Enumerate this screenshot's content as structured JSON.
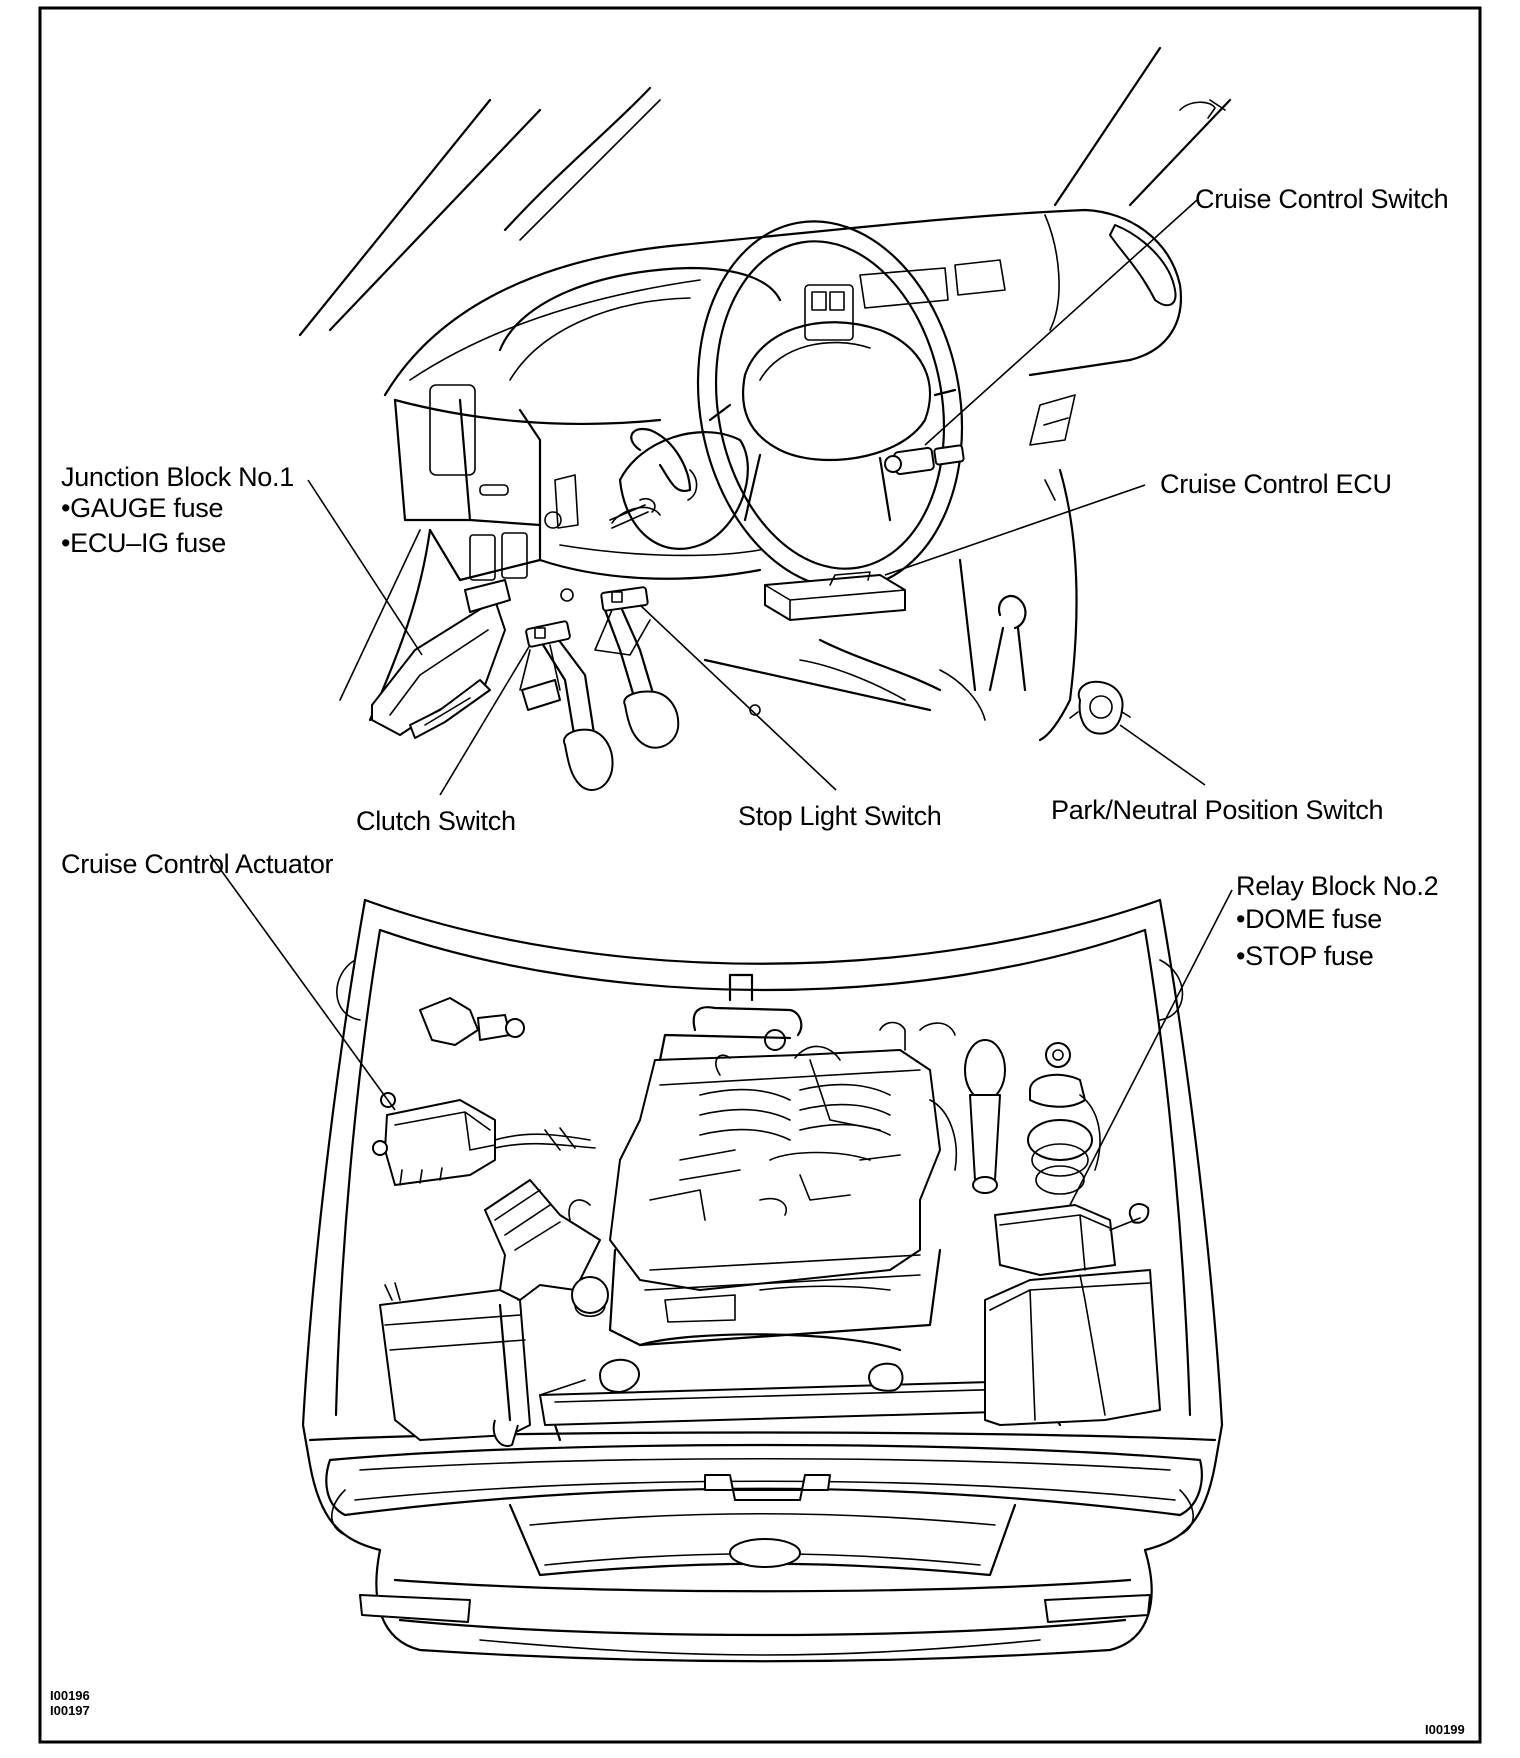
{
  "labels": {
    "cruise_control_switch": "Cruise Control Switch",
    "junction_block": "Junction Block No.1",
    "gauge_fuse": "•GAUGE fuse",
    "ecu_ig_fuse": "•ECU–IG fuse",
    "cruise_control_ecu": "Cruise Control ECU",
    "clutch_switch": "Clutch Switch",
    "stop_light_switch": "Stop Light Switch",
    "park_neutral_switch": "Park/Neutral Position Switch",
    "cruise_control_actuator": "Cruise Control Actuator",
    "relay_block": "Relay Block No.2",
    "dome_fuse": "•DOME fuse",
    "stop_fuse": "•STOP fuse"
  },
  "codes": {
    "code_1": "I00196",
    "code_2": "I00197",
    "code_3": "I00199"
  }
}
